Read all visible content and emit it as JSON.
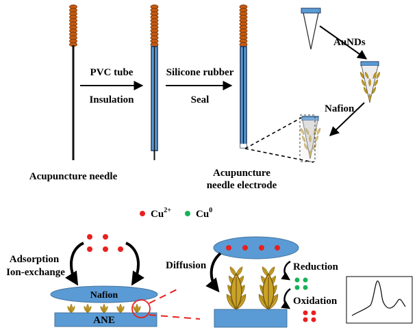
{
  "top": {
    "step1": {
      "line1": "PVC tube",
      "line2": "Insulation"
    },
    "step2": {
      "line1": "Silicone rubber",
      "line2": "Seal"
    },
    "step3": {
      "label": "AuNDs"
    },
    "step4": {
      "label": "Nafion"
    },
    "caption_needle": "Acupuncture needle",
    "caption_electrode": {
      "line1": "Acupuncture",
      "line2": "needle electrode"
    }
  },
  "legend": {
    "cu2_base": "Cu",
    "cu2_sup": "2+",
    "cu0_base": "Cu",
    "cu0_sup": "0",
    "cu2_color": "#e8201f",
    "cu0_color": "#19b15a"
  },
  "bottom": {
    "adsorption": "Adsorption",
    "ion_exchange": "Ion-exchange",
    "nafion": "Nafion",
    "ane": "ANE",
    "diffusion": "Diffusion",
    "reduction": "Reduction",
    "oxidation": "Oxidation"
  },
  "colors": {
    "blue_fill": "#5b9bd5",
    "blue_stroke": "#41719c",
    "bead": "#c55a11",
    "gold": "#c9a227",
    "dark_blue": "#1f3864"
  }
}
